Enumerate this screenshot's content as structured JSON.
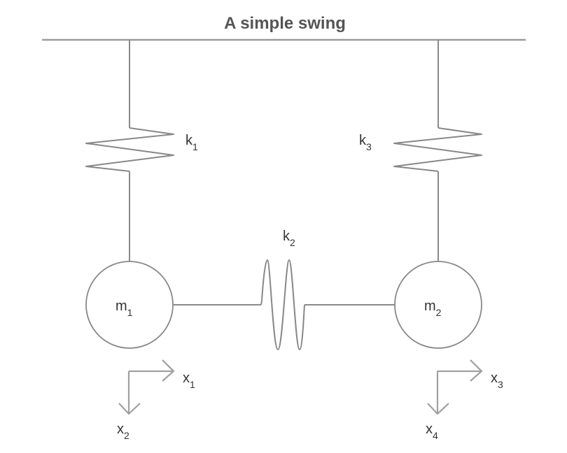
{
  "title": "A simple swing",
  "masses": [
    {
      "id": "m1",
      "symbol": "m",
      "subscript": "1"
    },
    {
      "id": "m2",
      "symbol": "m",
      "subscript": "2"
    }
  ],
  "springs": [
    {
      "id": "k1",
      "symbol": "k",
      "subscript": "1"
    },
    {
      "id": "k2",
      "symbol": "k",
      "subscript": "2"
    },
    {
      "id": "k3",
      "symbol": "k",
      "subscript": "3"
    }
  ],
  "coordinates": [
    {
      "id": "x1",
      "symbol": "x",
      "subscript": "1"
    },
    {
      "id": "x2",
      "symbol": "x",
      "subscript": "2"
    },
    {
      "id": "x3",
      "symbol": "x",
      "subscript": "3"
    },
    {
      "id": "x4",
      "symbol": "x",
      "subscript": "4"
    }
  ],
  "colors": {
    "title": "#555555",
    "lines": "#8a8a8a",
    "text": "#333333"
  }
}
